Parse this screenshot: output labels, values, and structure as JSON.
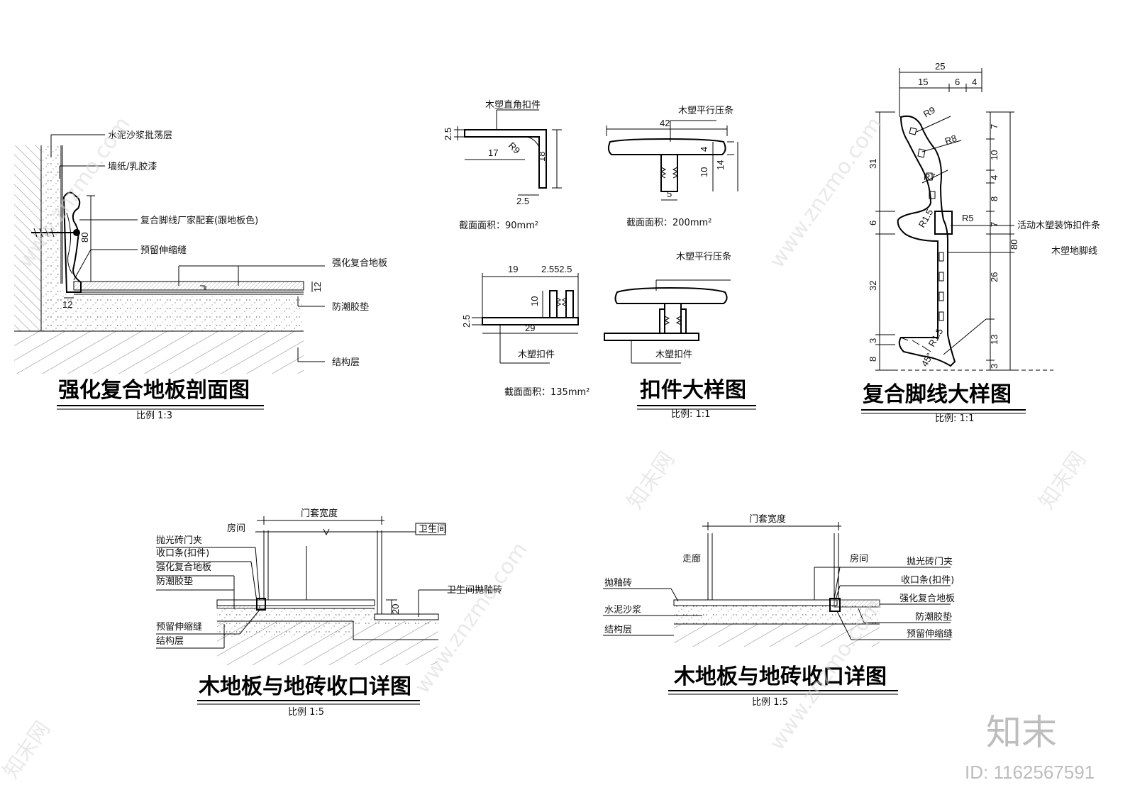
{
  "watermark": {
    "site": "www.znzmo.com",
    "brand": "知末网",
    "logo": "知末",
    "id": "ID: 1162567591"
  },
  "section_laminate": {
    "title": "强化复合地板剖面图",
    "scale": "比例 1:3",
    "labels": [
      "水泥沙浆批荡层",
      "墙纸/乳胶漆",
      "复合脚线厂家配套(跟地板色)",
      "预留伸缩缝",
      "强化复合地板",
      "防潮胶垫",
      "结构层"
    ],
    "dims": [
      "80",
      "12",
      "12"
    ]
  },
  "section_clip": {
    "title": "扣件大样图",
    "scale": "比例:    1:1",
    "labels": [
      "木塑直角扣件",
      "木塑平行压条",
      "木塑平行压条",
      "木塑扣件",
      "木塑扣件"
    ],
    "areas": [
      "截面面积：90mm²",
      "截面面积：200mm²",
      "截面面积：135mm²"
    ],
    "dims_a": [
      "2.5",
      "17",
      "18",
      "2.5",
      "R9"
    ],
    "dims_b": [
      "42",
      "4",
      "10",
      "14",
      "5"
    ],
    "dims_c": [
      "19",
      "2.552.5",
      "10",
      "2.5",
      "29"
    ]
  },
  "section_skirting": {
    "title": "复合脚线大样图",
    "scale": "比例:    1:1",
    "labels": [
      "活动木塑装饰扣件条",
      "木塑地脚线"
    ],
    "dims_top": [
      "25",
      "15",
      "6",
      "4"
    ],
    "dims_left": [
      "31",
      "6",
      "32",
      "3",
      "8"
    ],
    "dims_right": [
      "7",
      "10",
      "4",
      "8",
      "7",
      "26",
      "13",
      "3",
      "80"
    ],
    "radii": [
      "R9",
      "R8",
      "R7",
      "R5",
      "R1.5",
      "R1.5",
      "45°"
    ]
  },
  "section_tile_left": {
    "title": "木地板与地砖收口详图",
    "scale": "比例 1:5",
    "labels": [
      "抛光砖门夹",
      "收口条(扣件)",
      "强化复合地板",
      "防潮胶垫",
      "预留伸缩缝",
      "结构层",
      "卫生间抛釉砖"
    ],
    "room": "房间",
    "room2": "卫生间",
    "width": "门套宽度",
    "dim": "20"
  },
  "section_tile_right": {
    "title": "木地板与地砖收口详图",
    "scale": "比例 1:5",
    "labels_left": [
      "抛釉砖",
      "水泥沙浆",
      "结构层"
    ],
    "labels_right": [
      "抛光砖门夹",
      "收口条(扣件)",
      "强化复合地板",
      "防潮胶垫",
      "预留伸缩缝"
    ],
    "room_left": "走廊",
    "room_right": "房间",
    "width": "门套宽度"
  }
}
